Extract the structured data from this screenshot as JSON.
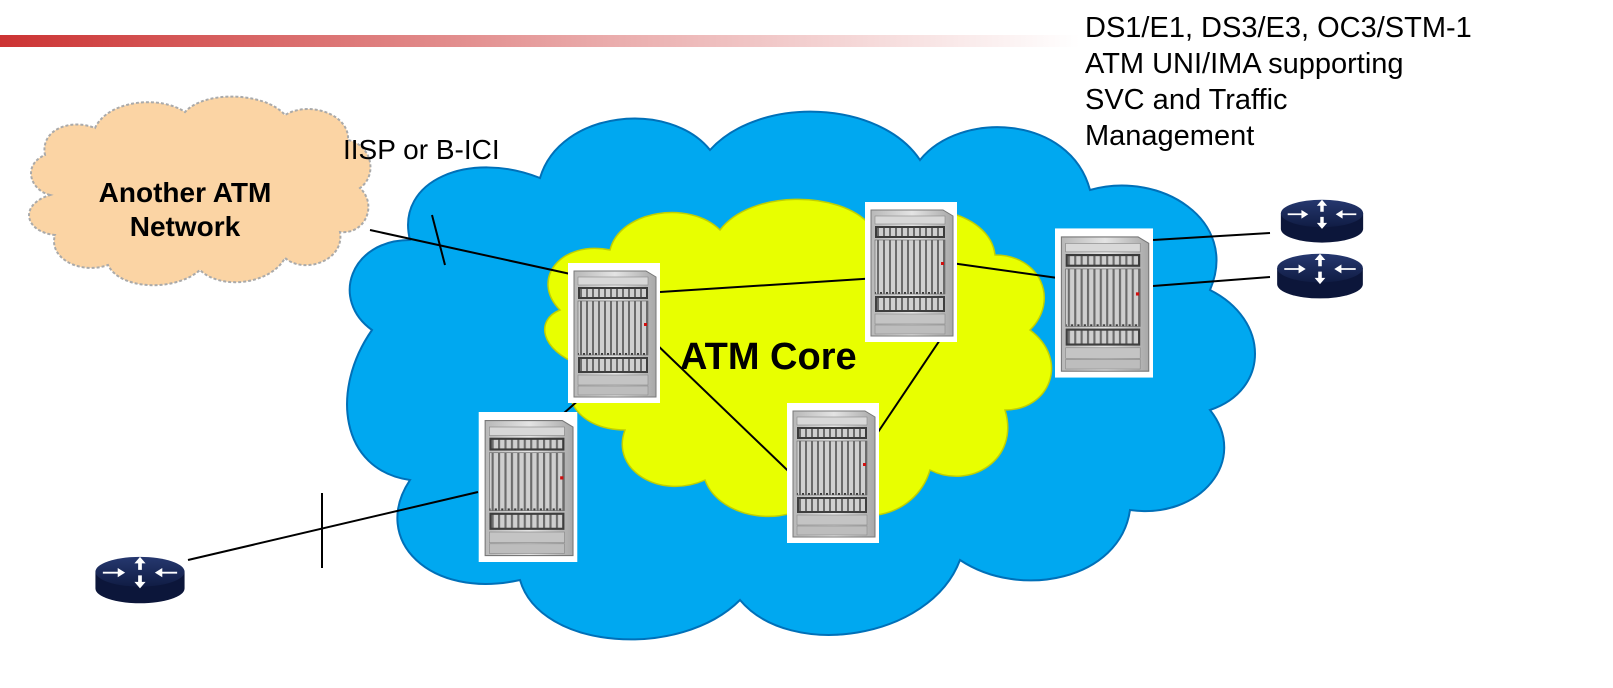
{
  "cloud_label": {
    "line1": "Another ATM",
    "line2": "Network"
  },
  "link_label": "IISP or B-ICI",
  "core_label": "ATM Core",
  "note_lines": [
    "DS1/E1, DS3/E3, OC3/STM-1",
    "ATM  UNI/IMA supporting",
    "SVC and Traffic",
    "Management"
  ],
  "colors": {
    "cloud_blue": "#00a8f0",
    "core_yellow": "#e8ff00",
    "external_cloud": "#fbd4a4",
    "router": "#1a2a5e",
    "header_bar": "#cc3333"
  }
}
